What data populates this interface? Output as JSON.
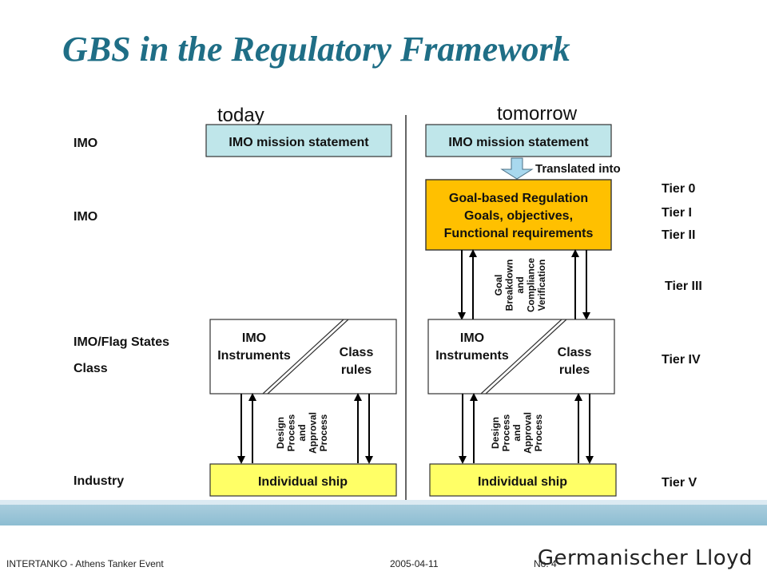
{
  "title": "GBS in the Regulatory Framework",
  "columns": {
    "today": "today",
    "tomorrow": "tomorrow"
  },
  "left_labels": {
    "imo1": "IMO",
    "imo2": "IMO",
    "imo_flag": "IMO/Flag States",
    "class": "Class",
    "industry": "Industry"
  },
  "today": {
    "mission": "IMO mission statement",
    "imo_instruments_1": "IMO",
    "imo_instruments_2": "Instruments",
    "class_rules_1": "Class",
    "class_rules_2": "rules",
    "individual_ship": "Individual ship",
    "process_lines": [
      "Design",
      "Process",
      "and",
      "Approval",
      "Process"
    ]
  },
  "tomorrow": {
    "mission": "IMO mission statement",
    "translated": "Translated into",
    "gbr_lines": [
      "Goal-based Regulation",
      "Goals, objectives,",
      "Functional requirements"
    ],
    "goal_lines": [
      "Goal",
      "Breakdown",
      "and",
      "Compliance",
      "Verification"
    ],
    "imo_instruments_1": "IMO",
    "imo_instruments_2": "Instruments",
    "class_rules_1": "Class",
    "class_rules_2": "rules",
    "individual_ship": "Individual ship",
    "process_lines": [
      "Design",
      "Process",
      "and",
      "Approval",
      "Process"
    ]
  },
  "tiers": {
    "t0": "Tier 0",
    "t1": "Tier I",
    "t2": "Tier II",
    "t3": "Tier III",
    "t4": "Tier IV",
    "t5": "Tier V"
  },
  "footer": {
    "event": "INTERTANKO - Athens Tanker Event",
    "date": "2005-04-11",
    "page": "No. 4",
    "logo": "Germanischer Lloyd"
  },
  "colors": {
    "title": "#1f6e86",
    "mission_fill": "#bfe6ea",
    "gbr_fill": "#ffc000",
    "ship_fill": "#ffff66",
    "footer_band": "#8dbdd2"
  }
}
